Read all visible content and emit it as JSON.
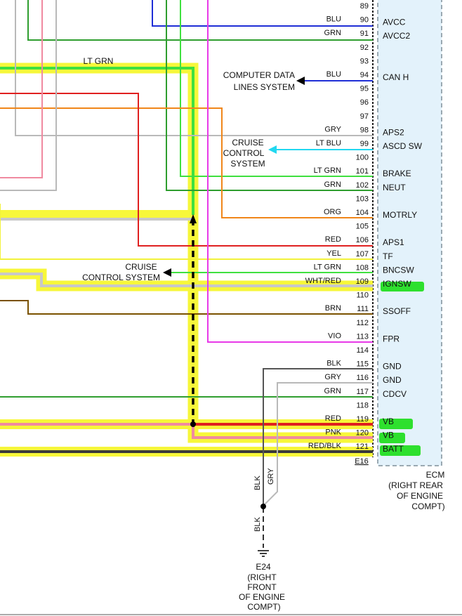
{
  "pins": [
    {
      "num": "89",
      "wire": "",
      "signal": ""
    },
    {
      "num": "90",
      "wire": "BLU",
      "signal": "AVCC",
      "color": "#1f2ed6"
    },
    {
      "num": "91",
      "wire": "GRN",
      "signal": "AVCC2",
      "color": "#2f9e2f"
    },
    {
      "num": "92",
      "wire": "",
      "signal": ""
    },
    {
      "num": "93",
      "wire": "",
      "signal": ""
    },
    {
      "num": "94",
      "wire": "BLU",
      "signal": "CAN H",
      "color": "#1f2ed6"
    },
    {
      "num": "95",
      "wire": "",
      "signal": ""
    },
    {
      "num": "96",
      "wire": "",
      "signal": ""
    },
    {
      "num": "97",
      "wire": "",
      "signal": ""
    },
    {
      "num": "98",
      "wire": "GRY",
      "signal": "APS2",
      "color": "#b9b9b9"
    },
    {
      "num": "99",
      "wire": "LT BLU",
      "signal": "ASCD SW",
      "color": "#22d8f0"
    },
    {
      "num": "100",
      "wire": "",
      "signal": ""
    },
    {
      "num": "101",
      "wire": "LT GRN",
      "signal": "BRAKE",
      "color": "#3fe03f"
    },
    {
      "num": "102",
      "wire": "GRN",
      "signal": "NEUT",
      "color": "#2f9e2f"
    },
    {
      "num": "103",
      "wire": "",
      "signal": ""
    },
    {
      "num": "104",
      "wire": "ORG",
      "signal": "MOTRLY",
      "color": "#f0861a"
    },
    {
      "num": "105",
      "wire": "",
      "signal": ""
    },
    {
      "num": "106",
      "wire": "RED",
      "signal": "APS1",
      "color": "#e02020"
    },
    {
      "num": "107",
      "wire": "YEL",
      "signal": "TF",
      "color": "#f2f23a"
    },
    {
      "num": "108",
      "wire": "LT GRN",
      "signal": "BNCSW",
      "color": "#3fe03f"
    },
    {
      "num": "109",
      "wire": "WHT/RED",
      "signal": "IGNSW",
      "color": "#c8c8c8",
      "highlight": true
    },
    {
      "num": "110",
      "wire": "",
      "signal": ""
    },
    {
      "num": "111",
      "wire": "BRN",
      "signal": "SSOFF",
      "color": "#7a5200"
    },
    {
      "num": "112",
      "wire": "",
      "signal": ""
    },
    {
      "num": "113",
      "wire": "VIO",
      "signal": "FPR",
      "color": "#e83ae8"
    },
    {
      "num": "114",
      "wire": "",
      "signal": ""
    },
    {
      "num": "115",
      "wire": "BLK",
      "signal": "GND",
      "color": "#555555"
    },
    {
      "num": "116",
      "wire": "GRY",
      "signal": "GND",
      "color": "#b9b9b9"
    },
    {
      "num": "117",
      "wire": "GRN",
      "signal": "CDCV",
      "color": "#2f9e2f"
    },
    {
      "num": "118",
      "wire": "",
      "signal": ""
    },
    {
      "num": "119",
      "wire": "RED",
      "signal": "VB",
      "color": "#e02020",
      "highlight": true
    },
    {
      "num": "120",
      "wire": "PNK",
      "signal": "VB",
      "color": "#f08aa0",
      "highlight": true
    },
    {
      "num": "121",
      "wire": "RED/BLK",
      "signal": "BATT",
      "color": "#3a3a3a",
      "highlight": true
    }
  ],
  "connector": "E16",
  "ecm_label": [
    "ECM",
    "(RIGHT REAR",
    "OF ENGINE",
    "COMPT)"
  ],
  "ground_label": [
    "E24",
    "(RIGHT",
    "FRONT",
    "OF ENGINE",
    "COMPT)"
  ],
  "ground_wires": {
    "left": "BLK",
    "right": "GRY",
    "lower": "BLK"
  },
  "lt_grn_bus_label": "LT GRN",
  "computer_data": [
    "COMPUTER DATA",
    "LINES SYSTEM"
  ],
  "cruise_upper": [
    "CRUISE",
    "CONTROL",
    "SYSTEM"
  ],
  "cruise_lower": [
    "CRUISE",
    "CONTROL SYSTEM"
  ],
  "colors": {
    "highlight_yellow": "#f7f73a",
    "marker_green": "#2ee02e",
    "ecm_fill": "#e3f2fb",
    "ecm_border": "#7f8f9a"
  }
}
